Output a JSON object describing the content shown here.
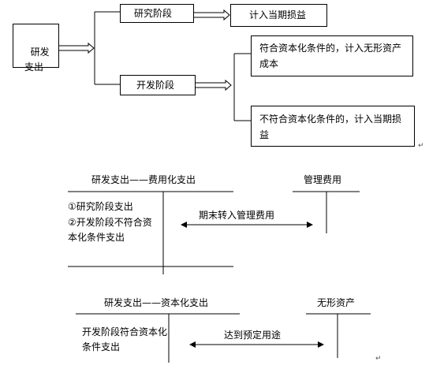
{
  "top_diagram": {
    "rd_expense": "研发\n支出",
    "research_stage": "研究阶段",
    "development_stage": "开发阶段",
    "research_result": "计入当期损益",
    "dev_meets": "符合资本化条件的，计入无形资产成本",
    "dev_not_meets": "不符合资本化条件的，计入当期损益"
  },
  "t_account_expensed": {
    "left_title": "研发支出——费用化支出",
    "right_title": "管理费用",
    "item_1": "①研究阶段支出",
    "item_2": "②开发阶段不符合资本化条件支出",
    "transfer_label": "期末转入管理费用"
  },
  "t_account_capitalized": {
    "left_title": "研发支出——资本化支出",
    "right_title": "无形资产",
    "item_1": "开发阶段符合资本化条件支出",
    "transfer_label": "达到预定用途"
  },
  "paragraph_mark": "↵"
}
